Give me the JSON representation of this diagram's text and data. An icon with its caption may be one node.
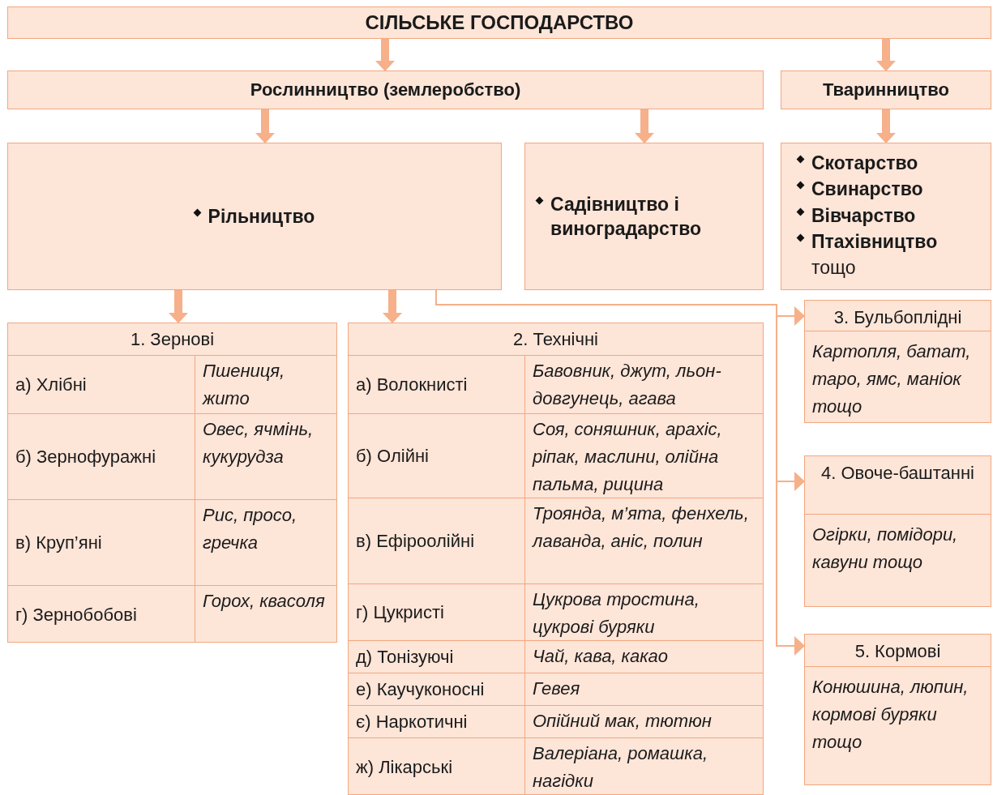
{
  "diagram": {
    "nodes": [
      {
        "text": [
          "СІЛЬСЬКЕ ГОСПОДАРСТВО"
        ]
      },
      {
        "text": [
          "Рослинництво (землеробство)"
        ]
      },
      {
        "text": [
          "Тваринництво"
        ]
      },
      {
        "text": [
          "Рільництво"
        ]
      },
      {
        "text": [
          "Садівництво і виноградарство"
        ]
      },
      {
        "text": [
          "Скотарство",
          "Свинарство",
          "Вівчарство",
          "Птахівництво",
          "тощо"
        ]
      },
      {
        "text": [
          "1. Зернові",
          "а) Хлібні",
          "Пшениця, жито",
          "б) Зернофуражні",
          "Овес, ячмінь, кукурудза",
          "в) Круп’яні",
          "Рис, просо, гречка",
          "г) Зернобобові",
          "Горох, квасоля"
        ]
      },
      {
        "text": [
          "2. Технічні",
          "а) Волокнисті",
          "Бавовник, джут, льон-довгунець, агава",
          "б) Олійні",
          "Соя, соняшник, арахіс, ріпак, маслини, олійна пальма, рицина",
          "в) Ефіроолійні",
          "Троянда, м’ята, фенхель, лаванда, аніс, полин",
          "г) Цукристі",
          "Цукрова тростина, цукрові буряки",
          "д) Тонізуючі",
          "Чай, кава, какао",
          "е) Каучуконосні",
          "Гевея",
          "є) Наркотичні",
          "Опійний мак, тютюн",
          "ж) Лікарські",
          "Валеріана, ромашка, нагідки"
        ]
      },
      {
        "text": [
          "3. Бульбоплідні",
          "Картопля, батат, таро, ямс, маніок тощо"
        ]
      },
      {
        "text": [
          "4. Овоче-баштанні",
          "Огірки, помідори, кавуни тощо"
        ]
      },
      {
        "text": [
          "5. Кормові",
          "Конюшина, люпин, кормові буряки тощо"
        ]
      }
    ],
    "edges": [
      {
        "from": 0,
        "to": 1,
        "arrow": "to"
      },
      {
        "from": 0,
        "to": 2,
        "arrow": "to"
      },
      {
        "from": 1,
        "to": 3,
        "arrow": "to"
      },
      {
        "from": 1,
        "to": 4,
        "arrow": "to"
      },
      {
        "from": 2,
        "to": 5,
        "arrow": "to"
      },
      {
        "from": 3,
        "to": 6,
        "arrow": "to"
      },
      {
        "from": 3,
        "to": 7,
        "arrow": "to"
      },
      {
        "from": 3,
        "to": 8,
        "arrow": "to"
      },
      {
        "from": 3,
        "to": 9,
        "arrow": "to"
      },
      {
        "from": 3,
        "to": 10,
        "arrow": "to"
      }
    ]
  }
}
